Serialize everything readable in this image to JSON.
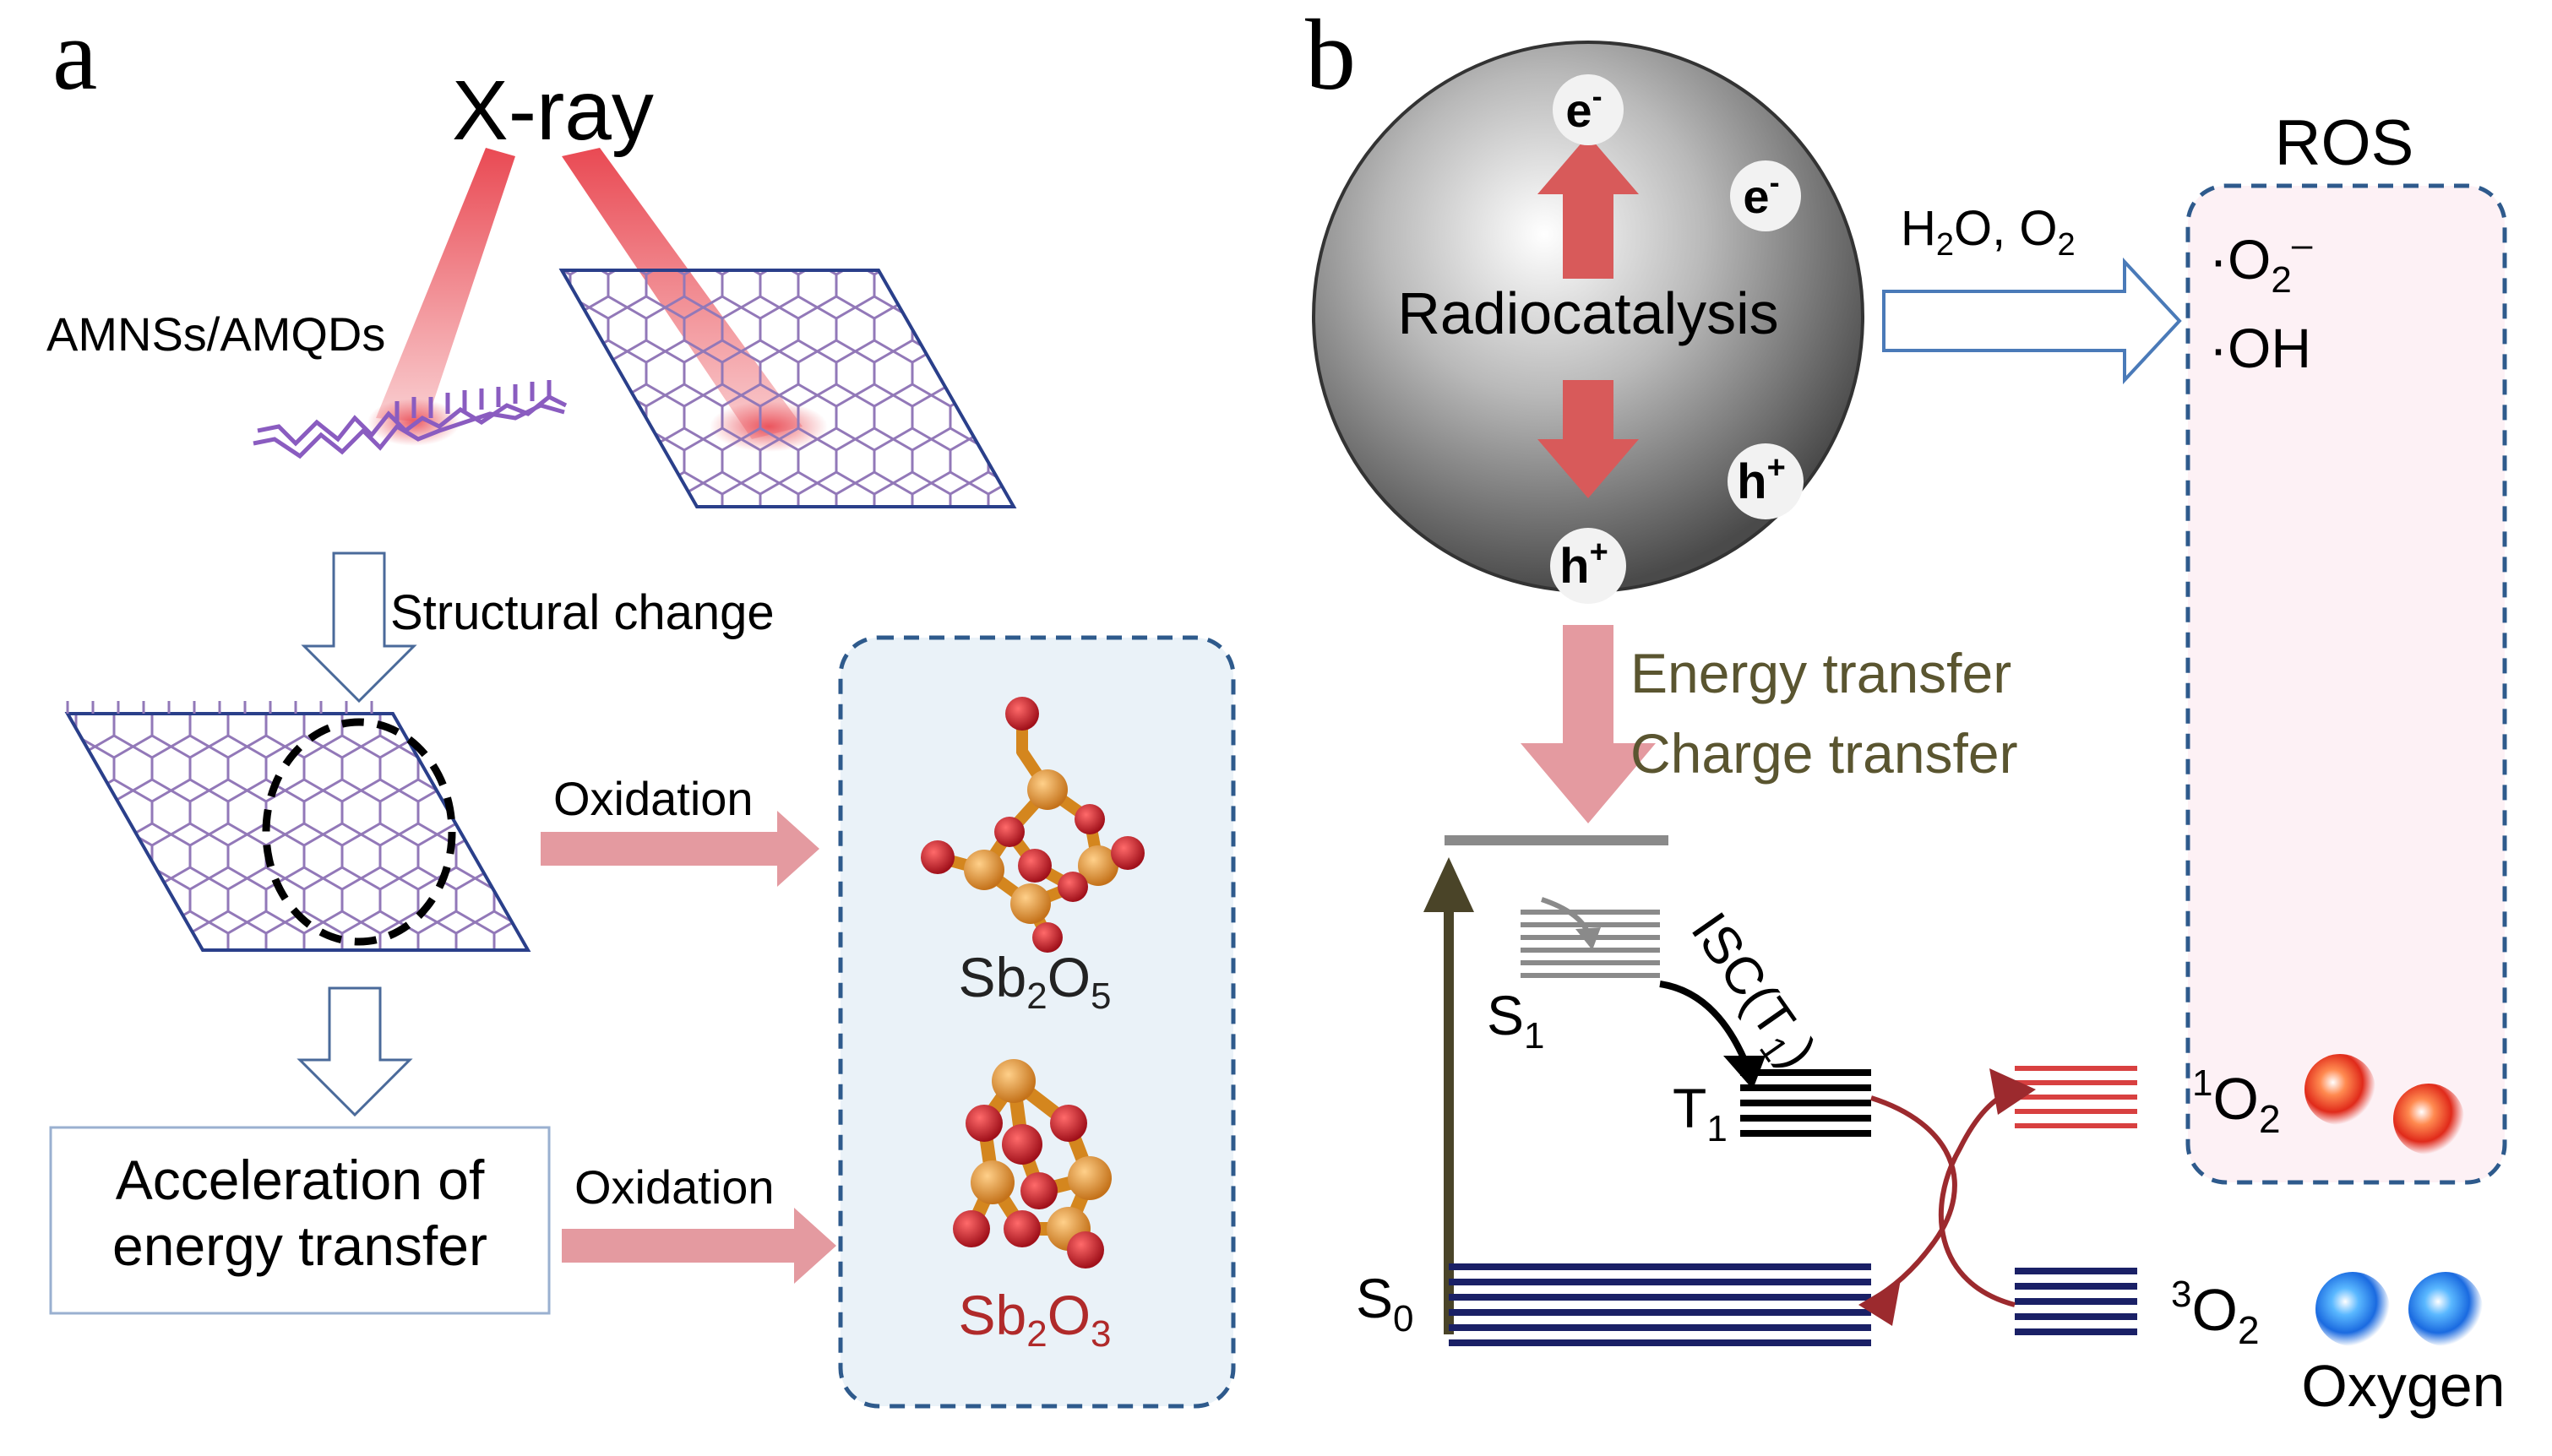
{
  "panel_a": {
    "label": "a",
    "xray": "X-ray",
    "material": "AMNSs/AMQDs",
    "structural_change": "Structural change",
    "oxidation_1": "Oxidation",
    "oxidation_2": "Oxidation",
    "accel_line1": "Acceleration of",
    "accel_line2": "energy transfer",
    "sb2o5": {
      "base": "Sb",
      "sub1": "2",
      "mid": "O",
      "sub2": "5"
    },
    "sb2o3": {
      "base": "Sb",
      "sub1": "2",
      "mid": "O",
      "sub2": "3"
    }
  },
  "panel_b": {
    "label": "b",
    "sphere_label": "Radiocatalysis",
    "electron": {
      "base": "e",
      "sup": "-"
    },
    "hole": {
      "base": "h",
      "sup": "+"
    },
    "reagents": {
      "h": "H",
      "sub1": "2",
      "o_comma": "O, O",
      "sub2": "2"
    },
    "ros_title": "ROS",
    "superoxide": {
      "prefix": "·O",
      "sub": "2",
      "sup": "–"
    },
    "hydroxyl": "·OH",
    "energy_transfer": "Energy transfer",
    "charge_transfer": "Charge transfer",
    "isc": {
      "prefix": "ISC(T",
      "sub": "1",
      "suffix": ")"
    },
    "s1": {
      "base": "S",
      "sub": "1"
    },
    "t1": {
      "base": "T",
      "sub": "1"
    },
    "s0": {
      "base": "S",
      "sub": "0"
    },
    "singlet_o2": {
      "sup": "1",
      "base": "O",
      "sub": "2"
    },
    "triplet_o2": {
      "sup": "3",
      "base": "O",
      "sub": "2"
    },
    "oxygen": "Oxygen"
  },
  "colors": {
    "red_text": "#b02a2a",
    "olive_text": "#5a5530",
    "beam_red": "#e8404a",
    "pink_arrow": "#e49aa0",
    "dashed_blue": "#2e5a8c",
    "navy_levels": "#1a2066",
    "dark_red_curve": "#9c2a2e",
    "lattice_purple": "#9278b8",
    "lattice_blue": "#2a3f8a",
    "sb_orange": "#d4861e",
    "o_red": "#c41a24"
  }
}
